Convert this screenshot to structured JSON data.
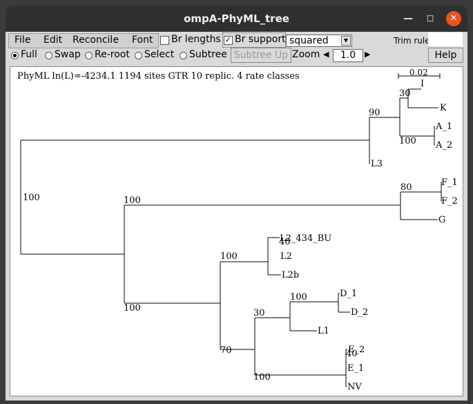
{
  "window": {
    "title": "ompA-PhyML_tree"
  },
  "menu": {
    "file": "File",
    "edit": "Edit",
    "reconcile": "Reconcile",
    "font": "Font"
  },
  "options": {
    "br_lengths": "Br lengths",
    "br_support": "Br support",
    "br_lengths_checked": false,
    "br_support_checked": true,
    "support_style": "squared",
    "trim_rule_label": "Trim rule:",
    "trim_rule_value": ""
  },
  "modes": {
    "full": "Full",
    "swap": "Swap",
    "reroot": "Re-root",
    "select": "Select",
    "subtree": "Subtree",
    "selected": "Full"
  },
  "buttons": {
    "subtree_up": "Subtree Up",
    "help": "Help"
  },
  "zoom": {
    "label": "Zoom",
    "value": "1.0"
  },
  "tree": {
    "header": "PhyML ln(L)=-4234.1 1194 sites GTR 10 replic. 4 rate classes",
    "scale_label": "0.02",
    "leaves": [
      "I",
      "K",
      "A_1",
      "A_2",
      "L3",
      "F_1",
      "F_2",
      "G",
      "L2_434_BU",
      "L2",
      "L2b",
      "D_1",
      "D_2",
      "L1",
      "E_2",
      "E_1",
      "NV"
    ],
    "supports": [
      "100",
      "100",
      "90",
      "30",
      "100",
      "80",
      "100",
      "100",
      "40",
      "30",
      "100",
      "70",
      "100",
      "40"
    ]
  },
  "icons": {
    "minimize": "minimize-icon",
    "maximize": "maximize-icon",
    "close": "close-icon"
  }
}
